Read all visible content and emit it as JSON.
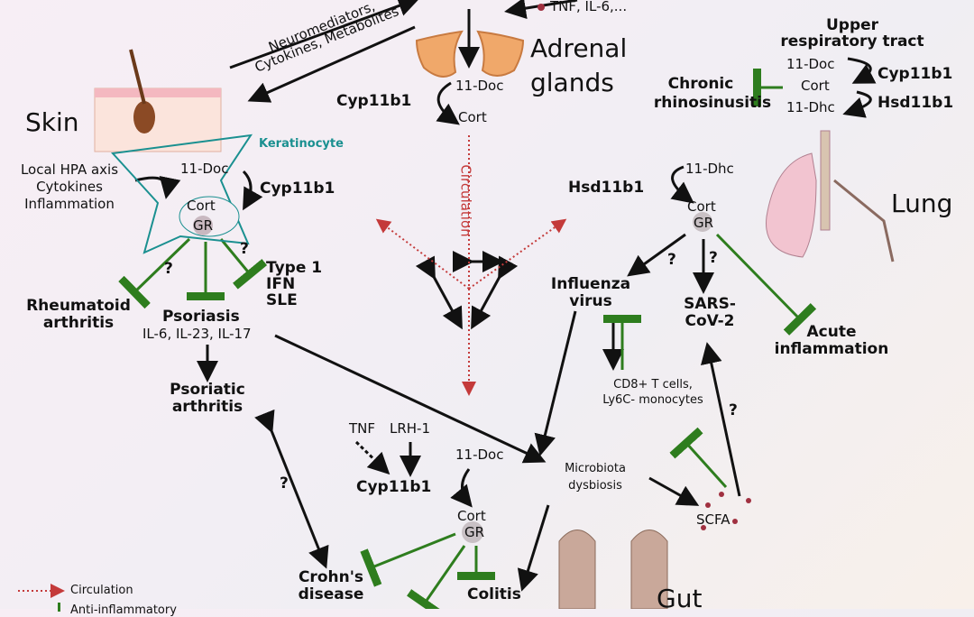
{
  "top": {
    "cytokines": "TNF, IL-6,...",
    "signals_line1": "Neuromediators,",
    "signals_line2": "Cytokines, Metabolites",
    "adrenal_line1": "Adrenal",
    "adrenal_line2": "glands",
    "doc": "11-Doc",
    "enzyme": "Cyp11b1",
    "cort": "Cort",
    "circulation": "Circulation"
  },
  "upper_resp": {
    "title_line1": "Upper",
    "title_line2": "respiratory tract",
    "doc": "11-Doc",
    "cyp": "Cyp11b1",
    "disease_line1": "Chronic",
    "disease_line2": "rhinosinusitis",
    "cort": "Cort",
    "dhc": "11-Dhc",
    "hsd": "Hsd11b1"
  },
  "skin": {
    "title": "Skin",
    "cell": "Keratinocyte",
    "inputs": [
      "Local HPA axis",
      "Cytokines",
      "Inflammation"
    ],
    "doc": "11-Doc",
    "cyp": "Cyp11b1",
    "cort": "Cort",
    "gr": "GR",
    "q1": "?",
    "q2": "?",
    "ifn": [
      "Type 1",
      "IFN",
      "SLE"
    ],
    "ra": [
      "Rheumatoid",
      "arthritis"
    ],
    "psoriasis": "Psoriasis",
    "cytokines": "IL-6, IL-23, IL-17",
    "psa": [
      "Psoriatic",
      "arthritis"
    ],
    "q3": "?"
  },
  "lung": {
    "title": "Lung",
    "hsd": "Hsd11b1",
    "dhc": "11-Dhc",
    "cort": "Cort",
    "gr": "GR",
    "q1": "?",
    "q2": "?",
    "flu": [
      "Influenza",
      "virus"
    ],
    "sars": [
      "SARS-",
      "CoV-2"
    ],
    "acute": [
      "Acute",
      "inflammation"
    ],
    "cells": [
      "CD8+ T cells,",
      "Ly6C- monocytes"
    ],
    "q3": "?"
  },
  "gut": {
    "title": "Gut",
    "tnf": "TNF",
    "lrh": "LRH-1",
    "doc": "11-Doc",
    "cyp": "Cyp11b1",
    "cort": "Cort",
    "gr": "GR",
    "colitis": "Colitis",
    "crohn": [
      "Crohn's",
      "disease"
    ],
    "dysbiosis": [
      "Microbiota",
      "dysbiosis"
    ],
    "scfa": "SCFA"
  },
  "legend": {
    "circulation": "Circulation",
    "anti": "Anti-inflammatory"
  },
  "colors": {
    "arrow": "#111111",
    "inhibit": "#2e7d1e",
    "circulation": "#c43a3a",
    "adrenal": "#f0a86a",
    "keratinocyte": "#1a9090"
  }
}
